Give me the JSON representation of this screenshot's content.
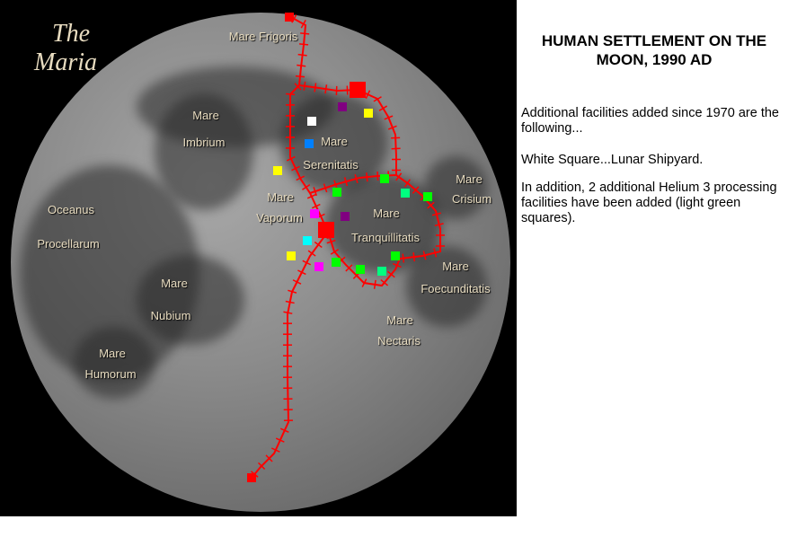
{
  "map": {
    "title_line1": "The",
    "title_line2": "Maria",
    "labels": {
      "frigoris": "Mare Frigoris",
      "imbrium_1": "Mare",
      "imbrium_2": "Imbrium",
      "serenitatis_1": "Mare",
      "serenitatis_2": "Serenitatis",
      "crisium_1": "Mare",
      "crisium_2": "Crisium",
      "oceanus_1": "Oceanus",
      "oceanus_2": "Procellarum",
      "vaporum_1": "Mare",
      "vaporum_2": "Vaporum",
      "tranq_1": "Mare",
      "tranq_2": "Tranquillitatis",
      "foec_1": "Mare",
      "foec_2": "Foecunditatis",
      "nubium_1": "Mare",
      "nubium_2": "Nubium",
      "nectaris_1": "Mare",
      "nectaris_2": "Nectaris",
      "humorum_1": "Mare",
      "humorum_2": "Humorum"
    },
    "marker_colors": {
      "red": "#ff0000",
      "white": "#ffffff",
      "blue": "#0080ff",
      "yellow": "#ffff00",
      "purple": "#800080",
      "green": "#00ff00",
      "light_green": "#00ff80",
      "magenta": "#ff00ff",
      "cyan": "#00ffff"
    },
    "track_color": "#ff0000"
  },
  "text": {
    "title": "HUMAN SETTLEMENT ON THE MOON, 1990 AD",
    "p1": "Additional facilities added since 1970 are the following...",
    "p2": "White Square...Lunar Shipyard.",
    "p3": "In addition, 2 additional Helium 3 processing facilities have been added (light green squares)."
  }
}
